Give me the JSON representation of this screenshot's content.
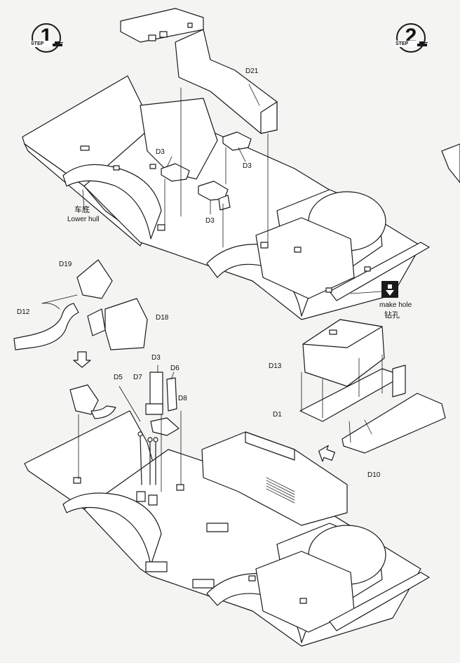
{
  "steps": [
    {
      "number": "1",
      "word": "STEP",
      "icon": "tank-icon"
    },
    {
      "number": "2",
      "word": "STEP",
      "icon": "tank-icon"
    }
  ],
  "labels": {
    "d21": "D21",
    "d3_a": "D3",
    "d3_b": "D3",
    "d3_c": "D3",
    "d3_d": "D3",
    "d19": "D19",
    "d12": "D12",
    "d18": "D18",
    "d5": "D5",
    "d7": "D7",
    "d6": "D6",
    "d8": "D8",
    "d13": "D13",
    "d1": "D1",
    "d10": "D10",
    "lower_hull_cn": "车底",
    "lower_hull_en": "Lower hull",
    "make_hole_en": "make hole",
    "make_hole_cn": "钻孔"
  },
  "colors": {
    "line": "#1a1a1a",
    "paper": "#f4f4f2",
    "part_fill": "#ffffff"
  }
}
